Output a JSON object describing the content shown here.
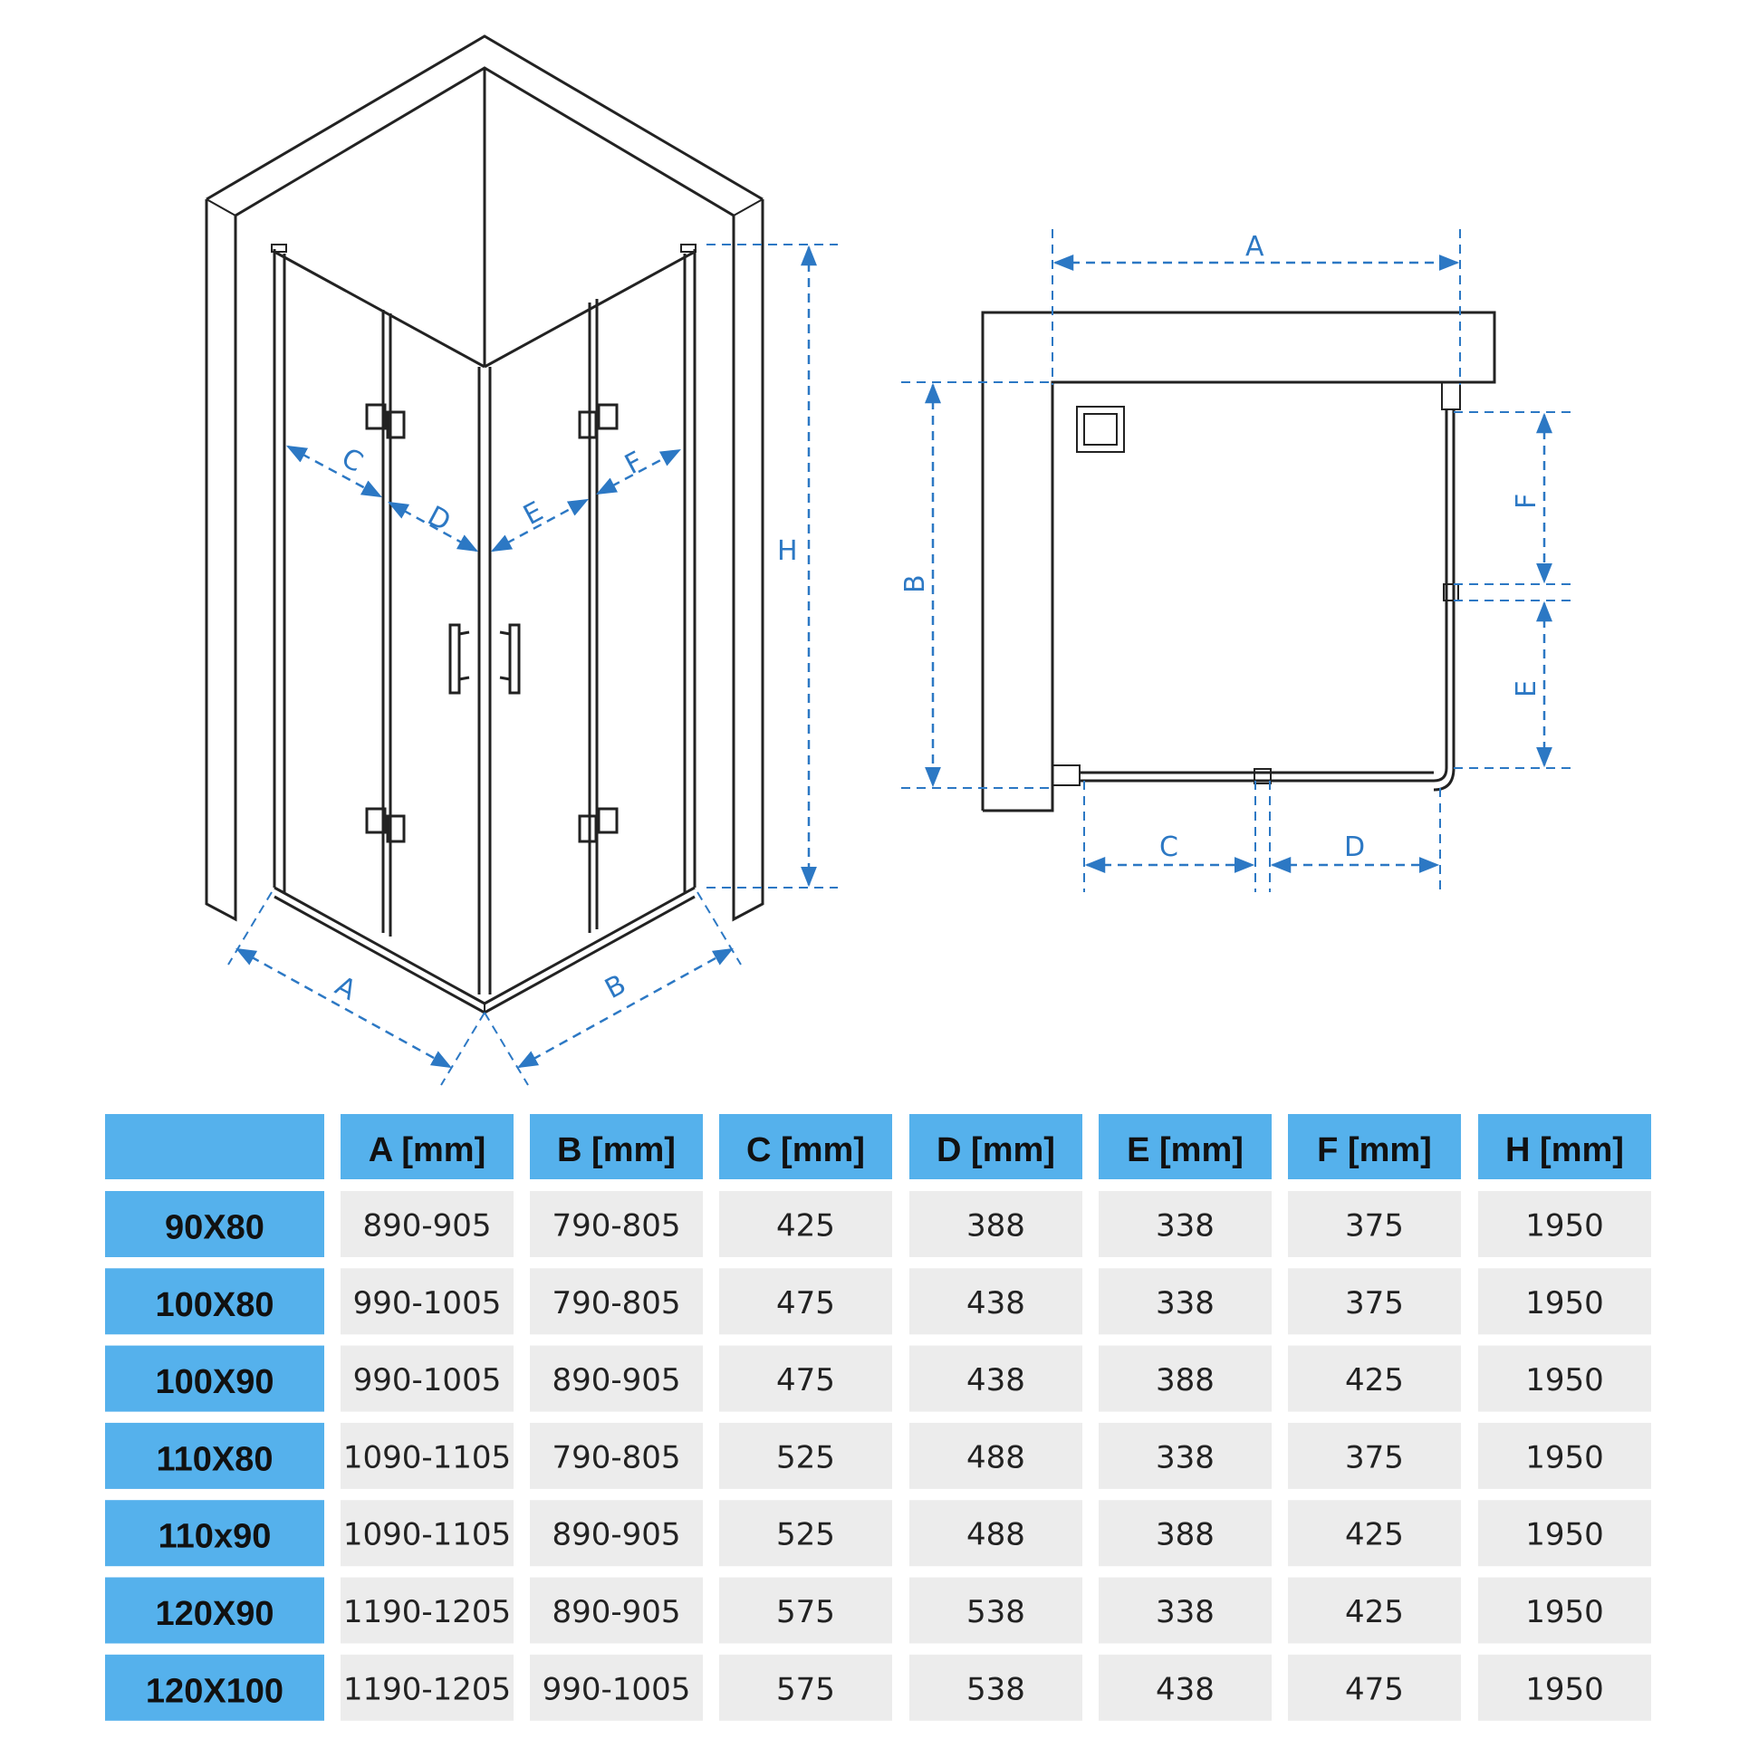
{
  "diagram": {
    "dimension_labels": {
      "a": "A",
      "b": "B",
      "c": "C",
      "d": "D",
      "e": "E",
      "f": "F",
      "h": "H"
    }
  },
  "colors": {
    "accent_blue": "#55b1ec",
    "cell_gray": "#ececec",
    "dimension_blue": "#2c78c4",
    "line": "#222222"
  },
  "table": {
    "headers": [
      "",
      "A [mm]",
      "B [mm]",
      "C [mm]",
      "D [mm]",
      "E [mm]",
      "F [mm]",
      "H [mm]"
    ],
    "rows": [
      {
        "label": "90X80",
        "values": [
          "890-905",
          "790-805",
          "425",
          "388",
          "338",
          "375",
          "1950"
        ]
      },
      {
        "label": "100X80",
        "values": [
          "990-1005",
          "790-805",
          "475",
          "438",
          "338",
          "375",
          "1950"
        ]
      },
      {
        "label": "100X90",
        "values": [
          "990-1005",
          "890-905",
          "475",
          "438",
          "388",
          "425",
          "1950"
        ]
      },
      {
        "label": "110X80",
        "values": [
          "1090-1105",
          "790-805",
          "525",
          "488",
          "338",
          "375",
          "1950"
        ]
      },
      {
        "label": "110x90",
        "values": [
          "1090-1105",
          "890-905",
          "525",
          "488",
          "388",
          "425",
          "1950"
        ]
      },
      {
        "label": "120X90",
        "values": [
          "1190-1205",
          "890-905",
          "575",
          "538",
          "338",
          "425",
          "1950"
        ]
      },
      {
        "label": "120X100",
        "values": [
          "1190-1205",
          "990-1005",
          "575",
          "538",
          "438",
          "475",
          "1950"
        ]
      }
    ]
  }
}
